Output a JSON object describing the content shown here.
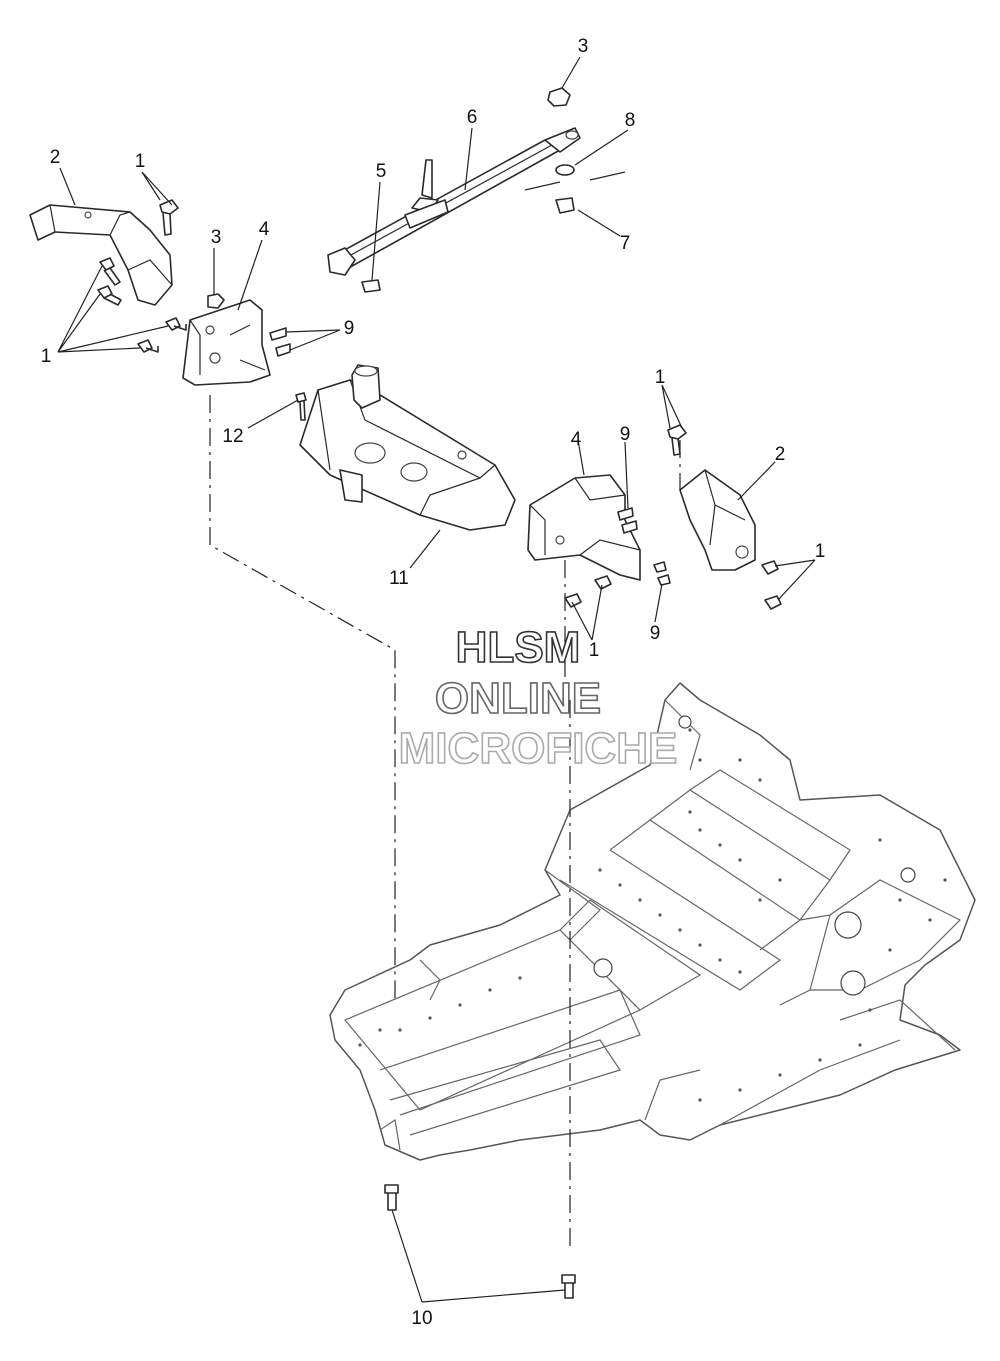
{
  "watermark": {
    "line1": "HLSM",
    "line2": "ONLINE",
    "line3": "MICROFICHE"
  },
  "callouts": [
    {
      "id": "c-3-top",
      "label": "3"
    },
    {
      "id": "c-6",
      "label": "6"
    },
    {
      "id": "c-8",
      "label": "8"
    },
    {
      "id": "c-2-left",
      "label": "2"
    },
    {
      "id": "c-1-upper-left",
      "label": "1"
    },
    {
      "id": "c-5",
      "label": "5"
    },
    {
      "id": "c-3-left",
      "label": "3"
    },
    {
      "id": "c-4-left",
      "label": "4"
    },
    {
      "id": "c-7",
      "label": "7"
    },
    {
      "id": "c-9-left",
      "label": "9"
    },
    {
      "id": "c-1-left",
      "label": "1"
    },
    {
      "id": "c-12",
      "label": "12"
    },
    {
      "id": "c-1-upper-right",
      "label": "1"
    },
    {
      "id": "c-4-right",
      "label": "4"
    },
    {
      "id": "c-9-right-upper",
      "label": "9"
    },
    {
      "id": "c-2-right",
      "label": "2"
    },
    {
      "id": "c-1-right",
      "label": "1"
    },
    {
      "id": "c-11",
      "label": "11"
    },
    {
      "id": "c-1-right-lower",
      "label": "1"
    },
    {
      "id": "c-9-right-lower",
      "label": "9"
    },
    {
      "id": "c-10",
      "label": "10"
    }
  ]
}
